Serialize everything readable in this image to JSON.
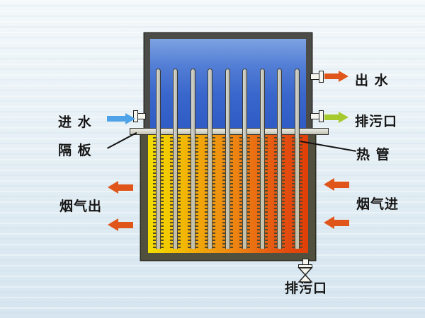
{
  "diagram": {
    "labels": {
      "water_in": "进 水",
      "baffle": "隔 板",
      "water_out": "出 水",
      "drain_upper": "排污口",
      "heat_pipe": "热 管",
      "flue_gas_out": "烟气出",
      "flue_gas_in": "烟气进",
      "drain_bottom": "排污口"
    },
    "pipe_count": 9,
    "colors": {
      "water_in_arrow": "#4ea3e8",
      "water_out_arrow": "#e0561a",
      "drain_arrow": "#a6ca2e",
      "flue_gas_arrow": "#e0561a",
      "water_fill_top": "#7da3e2",
      "water_fill_bottom": "#2f5cc5",
      "flue_fill_left": "#f3df00",
      "flue_fill_right": "#e13e08",
      "vessel_wall": "#4b4b47",
      "baffle_plate": "#d6d6ca"
    }
  }
}
